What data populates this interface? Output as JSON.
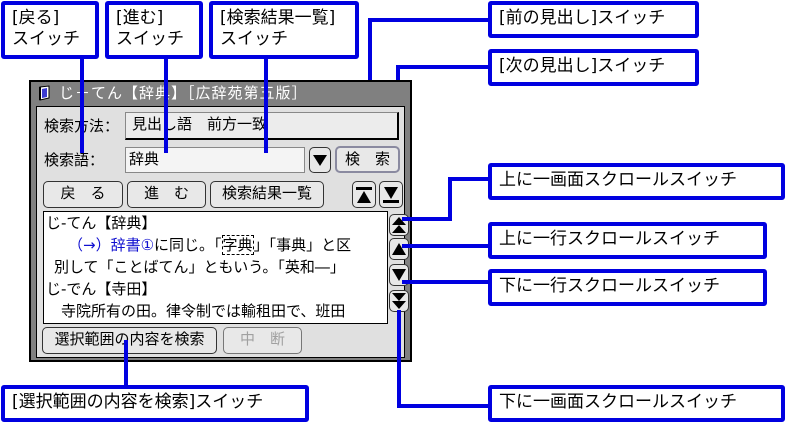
{
  "window": {
    "title": "じ－てん【辞典】［広辞苑第五版］",
    "method_label": "検索方法：",
    "method_value": "見出し語　前方一致",
    "query_label": "検索語：",
    "query_value": "辞典",
    "search_button": "検　索",
    "back_button": "戻　る",
    "forward_button": "進　む",
    "results_button": "検索結果一覧",
    "search_selection_button": "選択範囲の内容を検索",
    "stop_button": "中　断",
    "text": {
      "line1": "じ‐てん【辞典】",
      "line2_link": "（→）辞書①",
      "line2_a": "に同じ。「",
      "line2_sel": "字典",
      "line2_b": "」「事典」と区",
      "line3": "別して「ことばてん」ともいう。「英和―」",
      "line4": "じ‐でん【寺田】",
      "line5": "　寺院所有の田。律令制では輸租田で、班田"
    },
    "icons": {
      "title": "book-icon",
      "dropdown": "triangle-down-icon",
      "prev_heading": "arrow-up-to-bar-icon",
      "next_heading": "arrow-down-to-bar-icon",
      "page_up": "double-up-icon",
      "line_up": "up-icon",
      "line_down": "down-icon",
      "page_down": "double-down-icon"
    }
  },
  "callouts": {
    "back": [
      "[戻る]",
      "スイッチ"
    ],
    "forward": [
      "[進む]",
      "スイッチ"
    ],
    "results": [
      "[検索結果一覧]",
      "スイッチ"
    ],
    "prev_heading": "[前の見出し]スイッチ",
    "next_heading": "[次の見出し]スイッチ",
    "page_up": "上に一画面スクロールスイッチ",
    "line_up": "上に一行スクロールスイッチ",
    "line_down": "下に一行スクロールスイッチ",
    "page_down": "下に一画面スクロールスイッチ",
    "search_selection": "[選択範囲の内容を検索]スイッチ"
  },
  "colors": {
    "callout_border": "#0000e0",
    "link_text": "#1010d0",
    "title_bar": "#808080"
  }
}
